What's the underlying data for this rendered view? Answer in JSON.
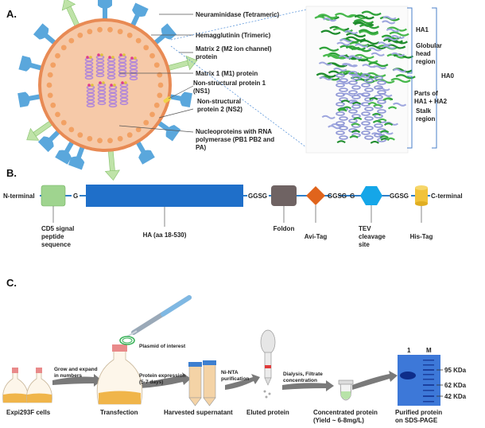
{
  "panelA": {
    "letter": "A.",
    "labels": {
      "neuraminidase": "Neuraminidase (Tetrameric)",
      "hemagglutinin": "Hemagglutinin (Trimeric)",
      "m2_line1": "Matrix 2 (M2 ion channel)",
      "m2_line2": "protein",
      "m1": "Matrix 1 (M1) protein",
      "ns1_line1": "Non-structural protein 1",
      "ns1_line2": "(NS1)",
      "ns2_line1": "Non-structural",
      "ns2_line2": "protein 2 (NS2)",
      "np_line1": "Nucleoproteins with RNA",
      "np_line2": "polymerase (PB1 PB2 and",
      "np_line3": "PA)"
    },
    "structure": {
      "ha1": "HA1",
      "globular1": "Globular",
      "globular2": "head",
      "globular3": "region",
      "ha0": "HA0",
      "parts1": "Parts of",
      "parts2": "HA1 + HA2",
      "stalk1": "Stalk",
      "stalk2": "region"
    },
    "colors": {
      "envelope": "#f6c9a8",
      "envelope_edge": "#e88a54",
      "spike": "#5aa7dc",
      "na": "#bfe3a8",
      "helix": "#b48ad6"
    }
  },
  "panelB": {
    "letter": "B.",
    "n_terminal": "N-terminal",
    "c_terminal": "C-terminal",
    "g1": "G",
    "linker1": "GGSG",
    "linker2": "GGSG",
    "g2": "G",
    "linker3": "GGSG",
    "cd5_1": "CD5 signal",
    "cd5_2": "peptide",
    "cd5_3": "sequence",
    "ha": "HA (aa 18-530)",
    "foldon": "Foldon",
    "avi": "Avi-Tag",
    "tev1": "TEV",
    "tev2": "cleavage",
    "tev3": "site",
    "his": "His-Tag",
    "colors": {
      "cd5": "#9fd48f",
      "ha": "#1f6fc9",
      "foldon": "#6f6363",
      "avi": "#e0641c",
      "tev": "#15a6e8",
      "his": "#f1c33a"
    }
  },
  "panelC": {
    "letter": "C.",
    "plasmid": "Plasmid of interest",
    "grow1": "Grow and expand",
    "grow2": "in numbers",
    "expr1": "Protein expression",
    "expr2": "(5-7 days)",
    "nta1": "Ni-NTA",
    "nta2": "purification",
    "dial1": "Dialysis, Filtrate",
    "dial2": "concentration",
    "cells": "Expi293F cells",
    "transfection": "Transfection",
    "harvested": "Harvested supernatant",
    "eluted": "Eluted protein",
    "conc1": "Concentrated protein",
    "conc2": "(Yield ~ 6-8mg/L)",
    "pur1": "Purified protein",
    "pur2": "on SDS-PAGE",
    "lane1": "1",
    "laneM": "M",
    "m95": "95 KDa",
    "m62": "62 KDa",
    "m42": "42 KDa"
  }
}
